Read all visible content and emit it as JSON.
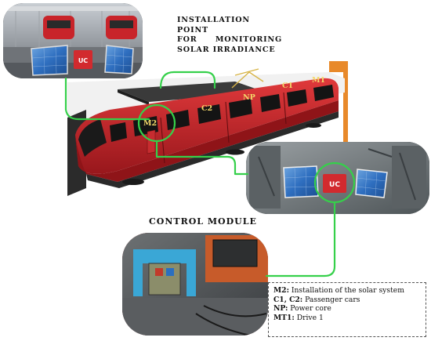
{
  "installation_title": {
    "line1": "INSTALLATION POINT",
    "line2_a": "FOR",
    "line2_b": "MONITORING",
    "line3": "SOLAR IRRADIANCE"
  },
  "control_title": "CONTROL MODULE",
  "train_labels": {
    "m2": "M2",
    "c2": "C2",
    "np": "NP",
    "c1": "C1",
    "m1": "M1"
  },
  "logo_text": "UC",
  "legend": {
    "items": [
      {
        "key": "M2:",
        "text": "Installation of the solar system"
      },
      {
        "key": "C1, C2:",
        "text": "Passenger cars"
      },
      {
        "key": "NP:",
        "text": "Power core"
      },
      {
        "key": "MT1:",
        "text": "Drive 1"
      }
    ]
  },
  "colors": {
    "train_red": "#c8242a",
    "connector_green": "#35d04a",
    "orange_accent": "#e8892a",
    "solar_blue": "#2f6fc0"
  }
}
